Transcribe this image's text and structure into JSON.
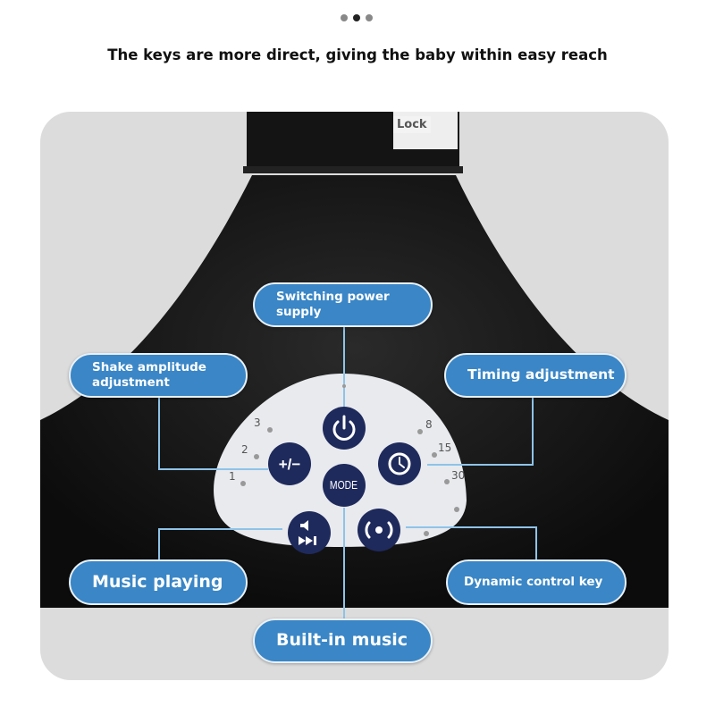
{
  "pagination": {
    "total": 3,
    "active": 2
  },
  "headline": "The keys are more direct, giving the baby within easy reach",
  "device": {
    "lock_label": "Lock",
    "mode_label": "MODE",
    "amplitude_levels": [
      "1",
      "2",
      "3"
    ],
    "timer_levels": [
      "8",
      "15",
      "30"
    ]
  },
  "callouts": {
    "power": "Switching power supply",
    "amplitude": "Shake amplitude adjustment",
    "timing": "Timing adjustment",
    "music_playing": "Music playing",
    "dynamic": "Dynamic control key",
    "builtin": "Built-in music"
  },
  "colors": {
    "callout": "#3a86c6",
    "button": "#1f2a5c",
    "panel": "#dcdcdc",
    "line": "#8fc3e8"
  }
}
